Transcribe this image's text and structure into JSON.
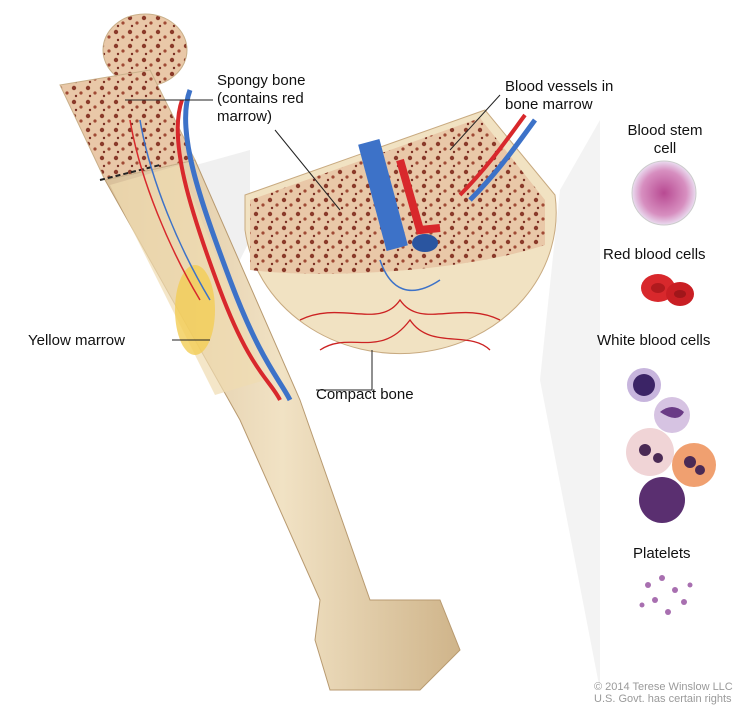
{
  "labels": {
    "spongy_bone": [
      "Spongy bone",
      "(contains red",
      "marrow)"
    ],
    "blood_vessels": [
      "Blood vessels in",
      "bone marrow"
    ],
    "blood_stem_cell": [
      "Blood stem",
      "cell"
    ],
    "red_blood_cells": "Red blood cells",
    "white_blood_cells": "White blood cells",
    "platelets": "Platelets",
    "yellow_marrow": "Yellow marrow",
    "compact_bone": "Compact bone"
  },
  "copyright": [
    "© 2014 Terese Winslow LLC",
    "U.S. Govt. has certain rights"
  ],
  "colors": {
    "bone": "#ead7b0",
    "marrow": "#b8624a",
    "artery": "#d8282c",
    "vein": "#3d72c8",
    "cell_red": "#d8282c",
    "cell_purple": "#6a3b86"
  }
}
